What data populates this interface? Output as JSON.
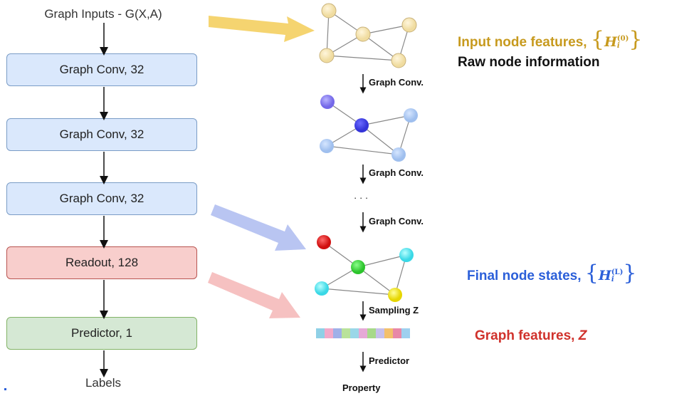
{
  "pipeline": {
    "input_label": "Graph Inputs - G(X,A)",
    "layers": [
      "Graph Conv, 32",
      "Graph Conv, 32",
      "Graph Conv, 32"
    ],
    "readout_label": "Readout, 128",
    "predictor_label": "Predictor, 1",
    "output_label": "Labels"
  },
  "flow": {
    "step_conv_1": "Graph Conv.",
    "step_conv_2": "Graph Conv.",
    "ellipsis": "· · ·",
    "step_conv_3": "Graph Conv.",
    "step_sampling": "Sampling Z",
    "step_predictor": "Predictor",
    "output": "Property"
  },
  "annotations": {
    "input_features": "Input node features,",
    "input_symbol": "H",
    "input_super": "(0)",
    "input_sub": "i",
    "raw_info": "Raw node information",
    "final_states": "Final node states,",
    "final_symbol": "H",
    "final_super": "(L)",
    "final_sub": "i",
    "graph_features": "Graph features,",
    "graph_symbol": "Z"
  },
  "colors": {
    "input_annotation": "#c79a1e",
    "final_annotation": "#2b5fd9",
    "graph_annotation": "#d0322c",
    "conv_fill": "#dae8fc",
    "readout_fill": "#f8cecc",
    "predictor_fill": "#d5e8d4"
  }
}
